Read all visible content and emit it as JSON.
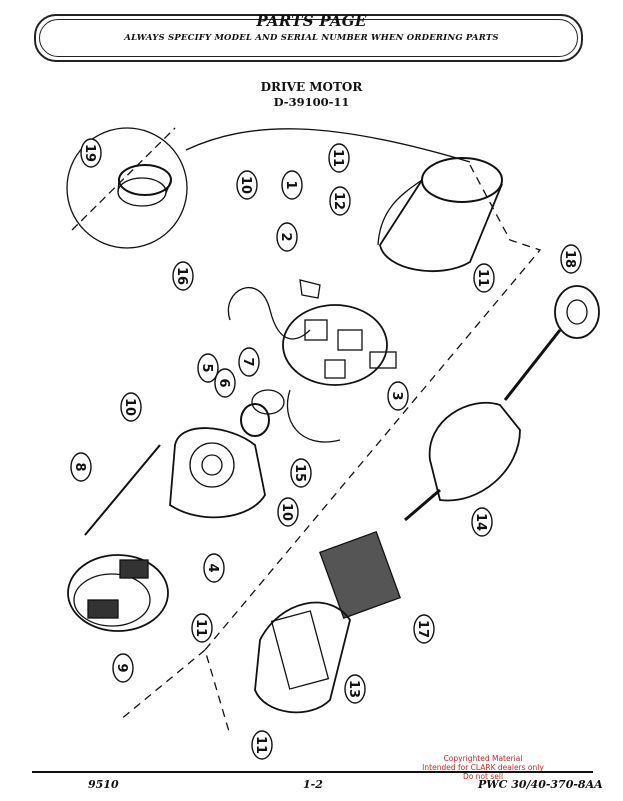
{
  "header": {
    "title": "PARTS PAGE",
    "subtitle": "ALWAYS SPECIFY MODEL AND SERIAL NUMBER WHEN ORDERING PARTS"
  },
  "section": {
    "title": "DRIVE MOTOR",
    "part_number": "D-39100-11"
  },
  "callouts": [
    "19",
    "11",
    "12",
    "10",
    "1",
    "2",
    "18",
    "16",
    "11",
    "7",
    "5",
    "6",
    "3",
    "10",
    "8",
    "15",
    "14",
    "10",
    "4",
    "17",
    "9",
    "11",
    "13",
    "11"
  ],
  "footer": {
    "left": "9510",
    "center": "1-2",
    "right": "PWC 30/40-370-8AA"
  },
  "watermark": {
    "line1": "Copyrighted Material",
    "line2": "Intended for CLARK dealers only",
    "line3": "Do not sell"
  }
}
